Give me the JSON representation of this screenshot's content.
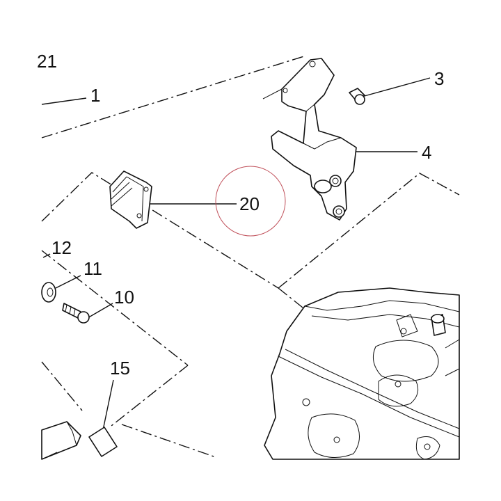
{
  "labels": {
    "l21": "21",
    "l1": "1",
    "l3": "3",
    "l4": "4",
    "l20": "20",
    "l12": "12",
    "l11": "11",
    "l10": "10",
    "l15": "15"
  },
  "colors": {
    "ink": "#111111",
    "highlight": "#c0505a",
    "background": "#ffffff"
  }
}
